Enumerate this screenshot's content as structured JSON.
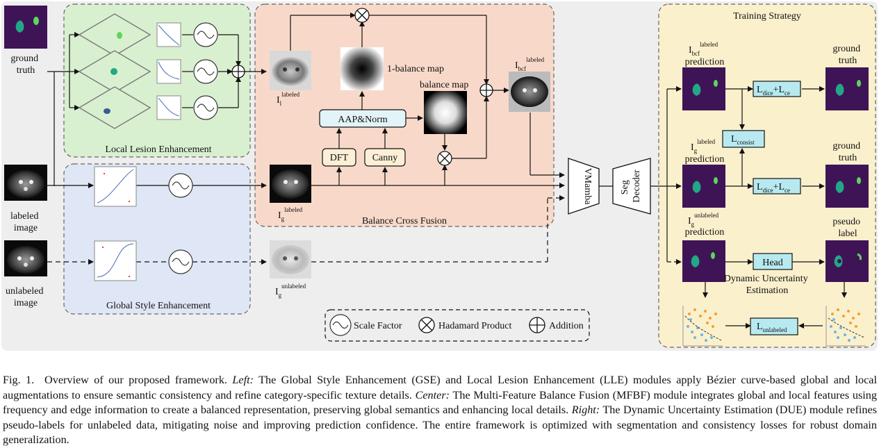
{
  "inputs": {
    "ground_truth": "ground\ntruth",
    "labeled_image": "labeled\nimage",
    "unlabeled_image": "unlabeled\nimage"
  },
  "modules": {
    "lle": "Local Lesion Enhancement",
    "gse": "Global Style Enhancement",
    "bcf": "Balance Cross Fusion",
    "training": "Training Strategy"
  },
  "bcf": {
    "aap_norm": "AAP&Norm",
    "dft": "DFT",
    "canny": "Canny",
    "one_minus_balance_map": "1-balance map",
    "balance_map": "balance map",
    "i_l": {
      "base": "I",
      "sub": "l",
      "sup": "labeled"
    },
    "i_g": {
      "base": "I",
      "sub": "g",
      "sup": "labeled"
    },
    "i_g_unlabeled": {
      "base": "I",
      "sub": "g",
      "sup": "unlabeled"
    },
    "i_bcf": {
      "base": "I",
      "sub": "bcf",
      "sup": "labeled"
    }
  },
  "network": {
    "vmamba": "VMamba",
    "seg_decoder": "Seg\nDecoder"
  },
  "training": {
    "pred_bcf": {
      "base": "I",
      "sub": "bcf",
      "sup": "labeled",
      "line2": "prediction"
    },
    "pred_g": {
      "base": "I",
      "sub": "g",
      "sup": "labeled",
      "line2": "prediction"
    },
    "pred_g_unl": {
      "base": "I",
      "sub": "g",
      "sup": "unlabeled",
      "line2": "prediction"
    },
    "gt_1": "ground\ntruth",
    "gt_2": "ground\ntruth",
    "pseudo_label": "pseudo\nlabel",
    "loss_dice_ce": {
      "a": "L",
      "a_sub": "dice",
      "plus": "+",
      "b": "L",
      "b_sub": "ce"
    },
    "loss_consist": {
      "base": "L",
      "sub": "consist"
    },
    "head": "Head",
    "due": "Dynamic Uncertainty\nEstimation",
    "loss_unlabeled": {
      "base": "L",
      "sub": "unlabeled"
    }
  },
  "legend": {
    "scale_factor": "Scale Factor",
    "hadamard": "Hadamard Product",
    "addition": "Addition"
  },
  "caption": {
    "fig": "Fig. 1.",
    "intro": "Overview of our proposed framework.",
    "left_label": "Left:",
    "left_text": "The Global Style Enhancement (GSE) and Local Lesion Enhancement (LLE) modules apply Bézier curve-based global and local augmentations to ensure semantic consistency and refine category-specific texture details.",
    "center_label": "Center:",
    "center_text": "The Multi-Feature Balance Fusion (MFBF) module integrates global and local features using frequency and edge information to create a balanced representation, preserving global semantics and enhancing local details.",
    "right_label": "Right:",
    "right_text": "The Dynamic Uncertainty Estimation (DUE) module refines pseudo-labels for unlabeled data, mitigating noise and improving prediction confidence. The entire framework is optimized with segmentation and consistency losses for robust domain generalization."
  },
  "colors": {
    "panel_bg": "#eeeeee",
    "lle_bg": "#d9f0d0",
    "gse_bg": "#dfe6f5",
    "bcf_bg": "#f8d9c9",
    "training_bg": "#fbf0cc",
    "aap_fill": "#e3f4f8",
    "loss_fill": "#b7eaf0",
    "dft_fill": "#fcefd5",
    "seg_purple": "#3f1456",
    "seg_teal": "#22a884",
    "seg_green": "#5ed65c"
  }
}
